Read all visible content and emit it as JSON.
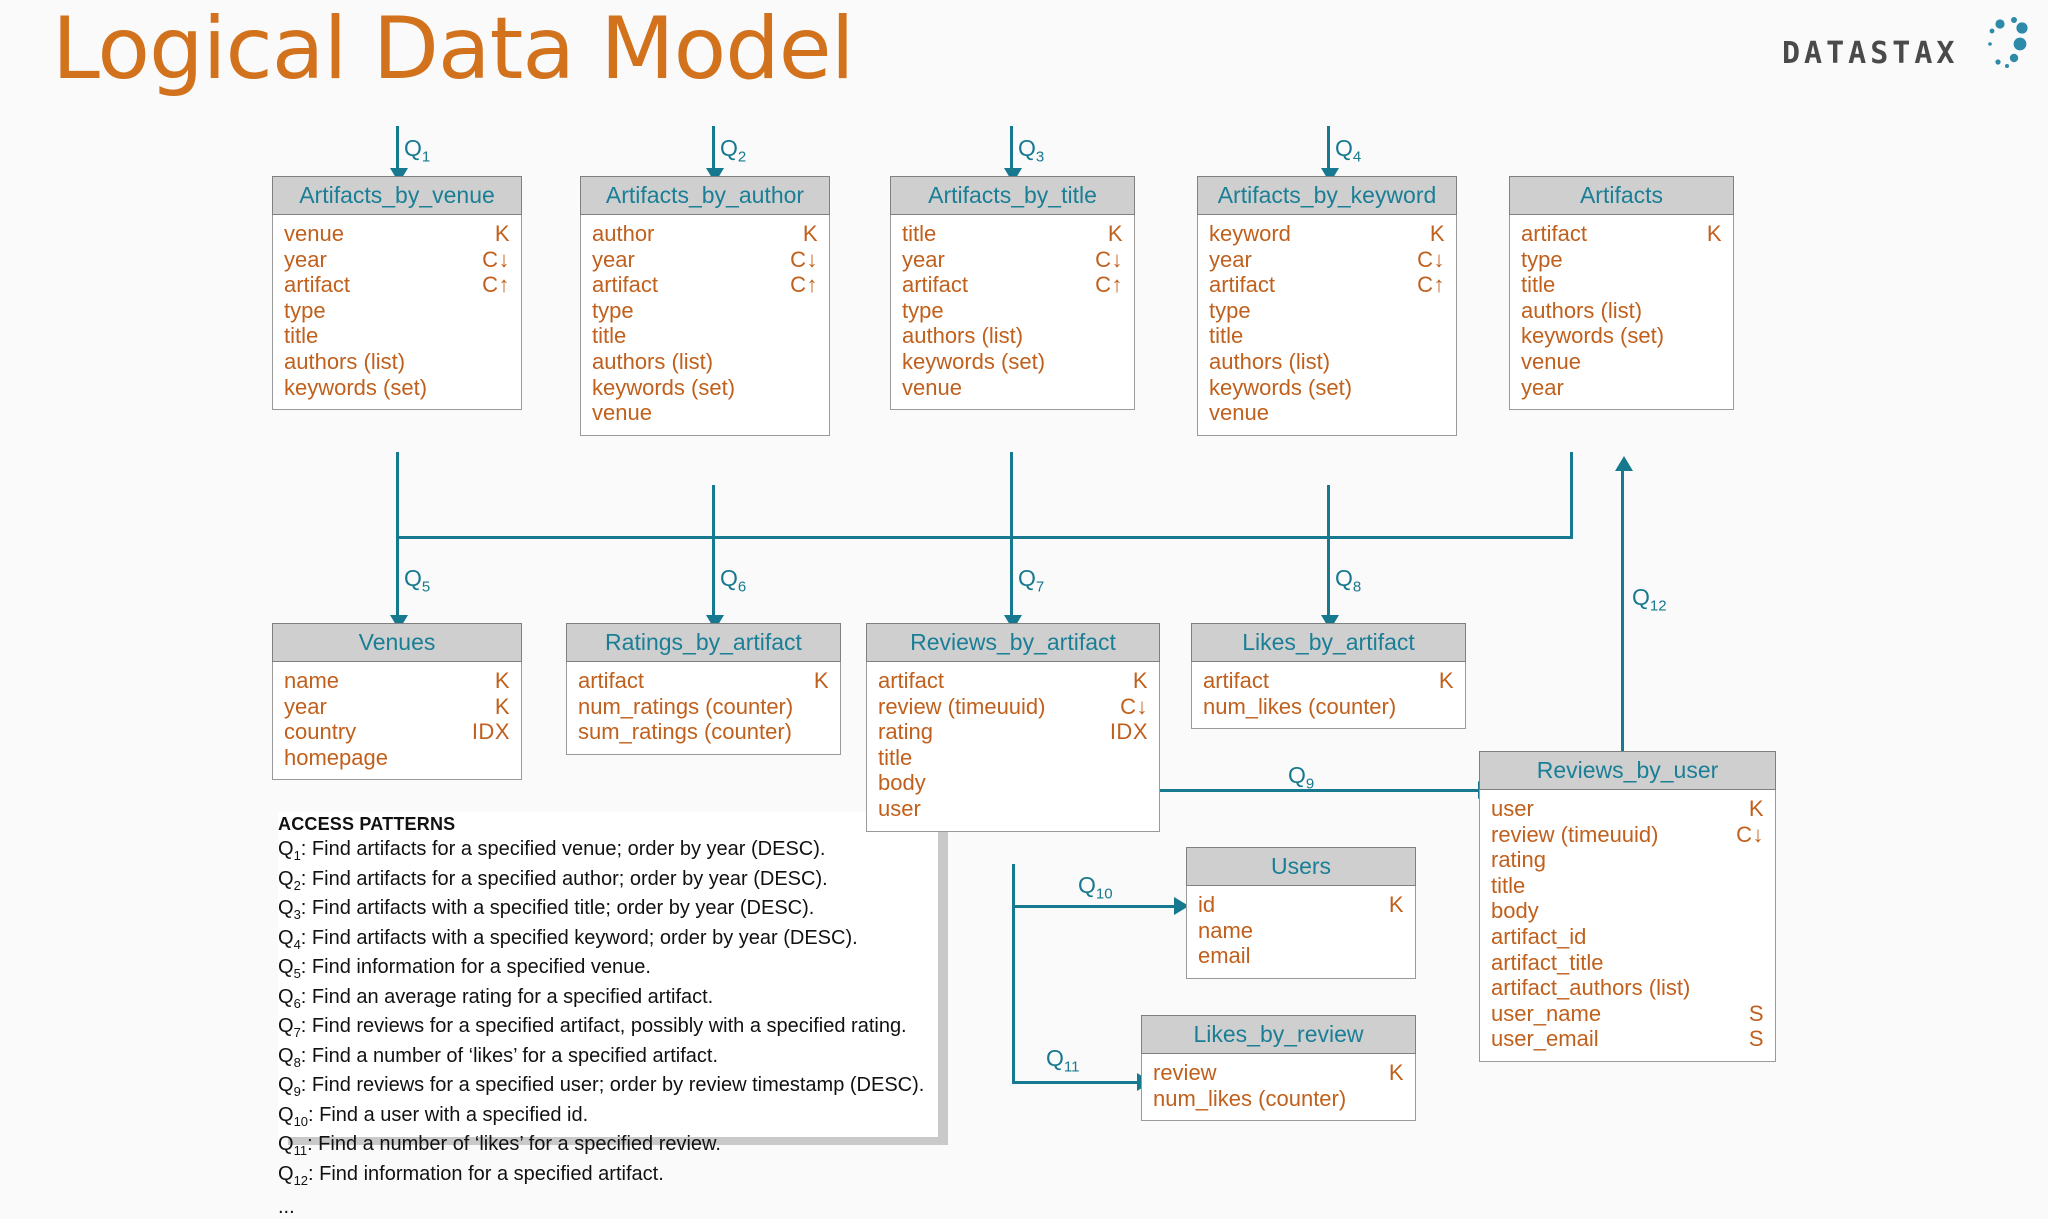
{
  "page": {
    "title": "Logical Data Model",
    "title_color": "#d2721c",
    "accent_color": "#16798f",
    "field_color": "#c0601c",
    "header_bg": "#cfcfcf",
    "background": "#fafafa"
  },
  "logo": {
    "wordmark": "DATASTAX",
    "icon": "datastax-dots-icon"
  },
  "tables": [
    {
      "id": "artifacts_by_venue",
      "name": "Artifacts_by_venue",
      "rows": [
        {
          "field": "venue",
          "key": "K"
        },
        {
          "field": "year",
          "key": "C↓"
        },
        {
          "field": "artifact",
          "key": "C↑"
        },
        {
          "field": "type",
          "key": ""
        },
        {
          "field": "title",
          "key": ""
        },
        {
          "field": "authors (list)",
          "key": ""
        },
        {
          "field": "keywords (set)",
          "key": ""
        }
      ]
    },
    {
      "id": "artifacts_by_author",
      "name": "Artifacts_by_author",
      "rows": [
        {
          "field": "author",
          "key": "K"
        },
        {
          "field": "year",
          "key": "C↓"
        },
        {
          "field": "artifact",
          "key": "C↑"
        },
        {
          "field": "type",
          "key": ""
        },
        {
          "field": "title",
          "key": ""
        },
        {
          "field": "authors (list)",
          "key": ""
        },
        {
          "field": "keywords (set)",
          "key": ""
        },
        {
          "field": "venue",
          "key": ""
        }
      ]
    },
    {
      "id": "artifacts_by_title",
      "name": "Artifacts_by_title",
      "rows": [
        {
          "field": "title",
          "key": "K"
        },
        {
          "field": "year",
          "key": "C↓"
        },
        {
          "field": "artifact",
          "key": "C↑"
        },
        {
          "field": "type",
          "key": ""
        },
        {
          "field": "authors (list)",
          "key": ""
        },
        {
          "field": "keywords (set)",
          "key": ""
        },
        {
          "field": "venue",
          "key": ""
        }
      ]
    },
    {
      "id": "artifacts_by_keyword",
      "name": "Artifacts_by_keyword",
      "rows": [
        {
          "field": "keyword",
          "key": "K"
        },
        {
          "field": "year",
          "key": "C↓"
        },
        {
          "field": "artifact",
          "key": "C↑"
        },
        {
          "field": "type",
          "key": ""
        },
        {
          "field": "title",
          "key": ""
        },
        {
          "field": "authors (list)",
          "key": ""
        },
        {
          "field": "keywords (set)",
          "key": ""
        },
        {
          "field": "venue",
          "key": ""
        }
      ]
    },
    {
      "id": "artifacts",
      "name": "Artifacts",
      "rows": [
        {
          "field": "artifact",
          "key": "K"
        },
        {
          "field": "type",
          "key": ""
        },
        {
          "field": "title",
          "key": ""
        },
        {
          "field": "authors (list)",
          "key": ""
        },
        {
          "field": "keywords (set)",
          "key": ""
        },
        {
          "field": "venue",
          "key": ""
        },
        {
          "field": "year",
          "key": ""
        }
      ]
    },
    {
      "id": "venues",
      "name": "Venues",
      "rows": [
        {
          "field": "name",
          "key": "K"
        },
        {
          "field": "year",
          "key": "K"
        },
        {
          "field": "country",
          "key": "IDX"
        },
        {
          "field": "homepage",
          "key": ""
        }
      ]
    },
    {
      "id": "ratings_by_artifact",
      "name": "Ratings_by_artifact",
      "rows": [
        {
          "field": "artifact",
          "key": "K"
        },
        {
          "field": "num_ratings (counter)",
          "key": ""
        },
        {
          "field": "sum_ratings (counter)",
          "key": ""
        }
      ]
    },
    {
      "id": "reviews_by_artifact",
      "name": "Reviews_by_artifact",
      "rows": [
        {
          "field": "artifact",
          "key": "K"
        },
        {
          "field": "review (timeuuid)",
          "key": "C↓"
        },
        {
          "field": "rating",
          "key": "IDX"
        },
        {
          "field": "title",
          "key": ""
        },
        {
          "field": "body",
          "key": ""
        },
        {
          "field": "user",
          "key": ""
        }
      ]
    },
    {
      "id": "likes_by_artifact",
      "name": "Likes_by_artifact",
      "rows": [
        {
          "field": "artifact",
          "key": "K"
        },
        {
          "field": "num_likes (counter)",
          "key": ""
        }
      ]
    },
    {
      "id": "reviews_by_user",
      "name": "Reviews_by_user",
      "rows": [
        {
          "field": "user",
          "key": "K"
        },
        {
          "field": "review (timeuuid)",
          "key": "C↓"
        },
        {
          "field": "rating",
          "key": ""
        },
        {
          "field": "title",
          "key": ""
        },
        {
          "field": "body",
          "key": ""
        },
        {
          "field": "artifact_id",
          "key": ""
        },
        {
          "field": "artifact_title",
          "key": ""
        },
        {
          "field": "artifact_authors (list)",
          "key": ""
        },
        {
          "field": "user_name",
          "key": "S"
        },
        {
          "field": "user_email",
          "key": "S"
        }
      ]
    },
    {
      "id": "users",
      "name": "Users",
      "rows": [
        {
          "field": "id",
          "key": "K"
        },
        {
          "field": "name",
          "key": ""
        },
        {
          "field": "email",
          "key": ""
        }
      ]
    },
    {
      "id": "likes_by_review",
      "name": "Likes_by_review",
      "rows": [
        {
          "field": "review",
          "key": "K"
        },
        {
          "field": "num_likes (counter)",
          "key": ""
        }
      ]
    }
  ],
  "query_labels": [
    {
      "id": "q1",
      "base": "Q",
      "sub": "1"
    },
    {
      "id": "q2",
      "base": "Q",
      "sub": "2"
    },
    {
      "id": "q3",
      "base": "Q",
      "sub": "3"
    },
    {
      "id": "q4",
      "base": "Q",
      "sub": "4"
    },
    {
      "id": "q5",
      "base": "Q",
      "sub": "5"
    },
    {
      "id": "q6",
      "base": "Q",
      "sub": "6"
    },
    {
      "id": "q7",
      "base": "Q",
      "sub": "7"
    },
    {
      "id": "q8",
      "base": "Q",
      "sub": "8"
    },
    {
      "id": "q9",
      "base": "Q",
      "sub": "9"
    },
    {
      "id": "q10",
      "base": "Q",
      "sub": "10"
    },
    {
      "id": "q11",
      "base": "Q",
      "sub": "11"
    },
    {
      "id": "q12",
      "base": "Q",
      "sub": "12"
    }
  ],
  "access_patterns": {
    "heading": "ACCESS PATTERNS",
    "items": [
      {
        "q": "Q",
        "sub": "1",
        "text": ": Find artifacts for a specified venue; order by year (DESC)."
      },
      {
        "q": "Q",
        "sub": "2",
        "text": ": Find artifacts for a specified author; order by year (DESC)."
      },
      {
        "q": "Q",
        "sub": "3",
        "text": ": Find artifacts with a specified title; order by year (DESC)."
      },
      {
        "q": "Q",
        "sub": "4",
        "text": ": Find artifacts with a specified keyword; order by year (DESC)."
      },
      {
        "q": "Q",
        "sub": "5",
        "text": ": Find information for a specified venue."
      },
      {
        "q": "Q",
        "sub": "6",
        "text": ": Find an average rating for a specified artifact."
      },
      {
        "q": "Q",
        "sub": "7",
        "text": ": Find reviews for a specified artifact, possibly with a specified rating."
      },
      {
        "q": "Q",
        "sub": "8",
        "text": ": Find a number of ‘likes’ for a specified artifact."
      },
      {
        "q": "Q",
        "sub": "9",
        "text": ": Find reviews for a specified user; order by review timestamp (DESC)."
      },
      {
        "q": "Q",
        "sub": "10",
        "text": ": Find a user with a specified id."
      },
      {
        "q": "Q",
        "sub": "11",
        "text": ": Find a number of ‘likes’ for a specified review."
      },
      {
        "q": "Q",
        "sub": "12",
        "text": ": Find information for a specified artifact."
      }
    ],
    "ellipsis": "..."
  }
}
